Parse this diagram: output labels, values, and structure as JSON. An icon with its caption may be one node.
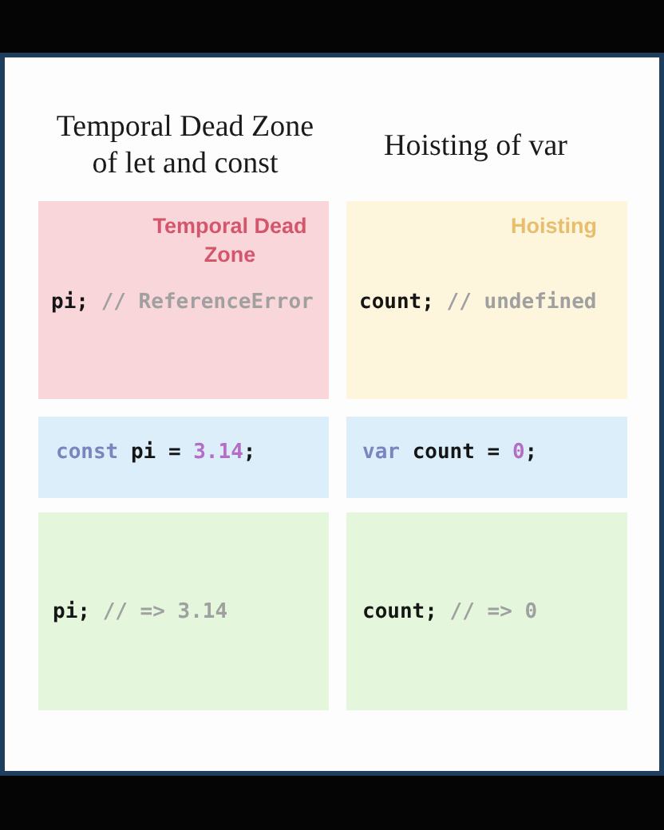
{
  "diagram": {
    "nodes": [
      {
        "text": [
          "Temporal Dead Zone",
          "pi; // ReferenceError"
        ]
      },
      {
        "text": [
          "Hoisting",
          "count; // undefined"
        ]
      },
      {
        "text": [
          "const pi = 3.14;"
        ]
      },
      {
        "text": [
          "var count = 0;"
        ]
      },
      {
        "text": [
          "pi; // => 3.14"
        ]
      },
      {
        "text": [
          "count; // => 0"
        ]
      }
    ],
    "labels": [
      "Temporal Dead Zone of let and const",
      "Hoisting of var"
    ]
  }
}
